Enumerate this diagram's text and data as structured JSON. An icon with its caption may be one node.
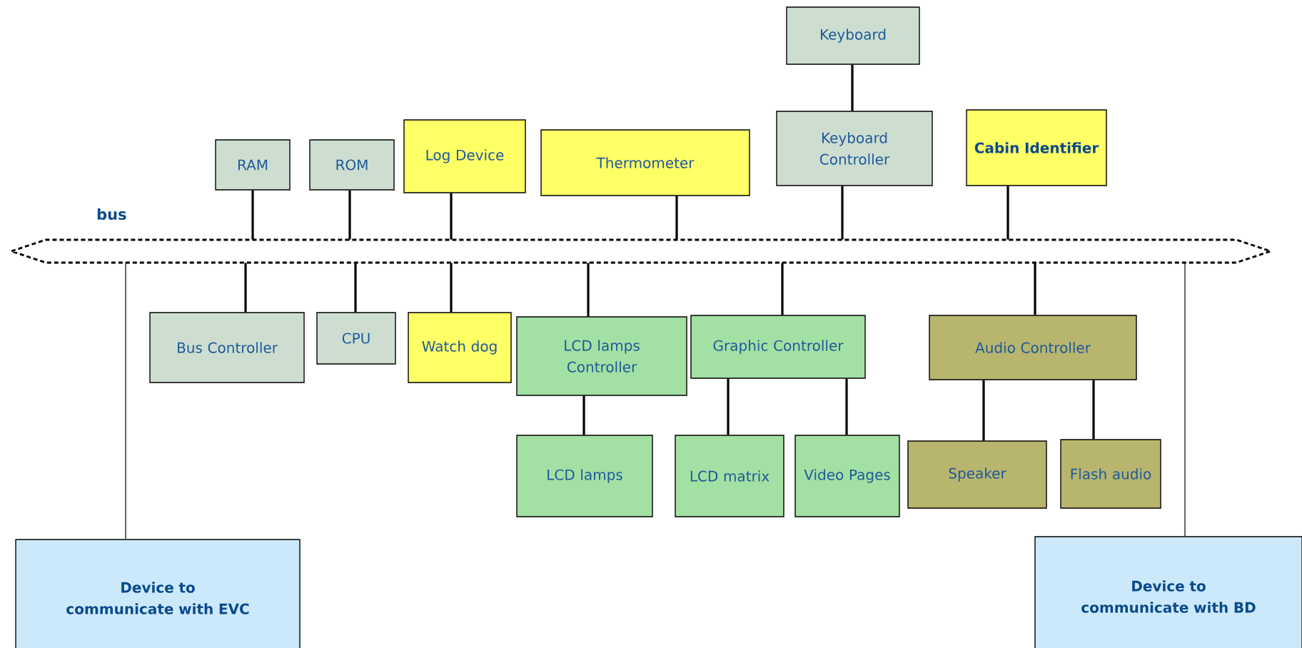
{
  "diagram": {
    "nodes": [
      {
        "text": [
          "Keyboard"
        ]
      },
      {
        "text": [
          "RAM"
        ]
      },
      {
        "text": [
          "ROM"
        ]
      },
      {
        "text": [
          "Log Device"
        ]
      },
      {
        "text": [
          "Thermometer"
        ]
      },
      {
        "text": [
          "Keyboard Controller"
        ]
      },
      {
        "text": [
          "Cabin Identifier"
        ]
      },
      {
        "text": [],
        "shape": "bar",
        "beside": [
          "bus"
        ]
      },
      {
        "text": [
          "Bus Controller"
        ]
      },
      {
        "text": [
          "CPU"
        ]
      },
      {
        "text": [
          "Watch dog"
        ]
      },
      {
        "text": [
          "LCD lamps Controller"
        ]
      },
      {
        "text": [
          "Graphic Controller"
        ]
      },
      {
        "text": [
          "Audio Controller"
        ]
      },
      {
        "text": [
          "LCD lamps"
        ]
      },
      {
        "text": [
          "LCD matrix"
        ]
      },
      {
        "text": [
          "Video Pages"
        ]
      },
      {
        "text": [
          "Speaker"
        ]
      },
      {
        "text": [
          "Flash audio"
        ]
      },
      {
        "text": [
          "Device to communicate with EVC"
        ]
      },
      {
        "text": [
          "Device to communicate with BD"
        ]
      }
    ],
    "edges": [
      {
        "from": 0,
        "to": 5,
        "arrow": "none"
      },
      {
        "from": 1,
        "to": 7,
        "arrow": "none"
      },
      {
        "from": 2,
        "to": 7,
        "arrow": "none"
      },
      {
        "from": 3,
        "to": 7,
        "arrow": "none"
      },
      {
        "from": 4,
        "to": 7,
        "arrow": "none"
      },
      {
        "from": 5,
        "to": 7,
        "arrow": "none"
      },
      {
        "from": 6,
        "to": 7,
        "arrow": "none"
      },
      {
        "from": 7,
        "to": 8,
        "arrow": "none"
      },
      {
        "from": 7,
        "to": 9,
        "arrow": "none"
      },
      {
        "from": 7,
        "to": 10,
        "arrow": "none"
      },
      {
        "from": 7,
        "to": 11,
        "arrow": "none"
      },
      {
        "from": 7,
        "to": 12,
        "arrow": "none"
      },
      {
        "from": 7,
        "to": 13,
        "arrow": "none"
      },
      {
        "from": 11,
        "to": 14,
        "arrow": "none"
      },
      {
        "from": 12,
        "to": 15,
        "arrow": "none"
      },
      {
        "from": 12,
        "to": 16,
        "arrow": "none"
      },
      {
        "from": 13,
        "to": 17,
        "arrow": "none"
      },
      {
        "from": 13,
        "to": 18,
        "arrow": "none"
      },
      {
        "from": 7,
        "to": 19,
        "arrow": "none"
      },
      {
        "from": 7,
        "to": 20,
        "arrow": "none"
      }
    ]
  }
}
